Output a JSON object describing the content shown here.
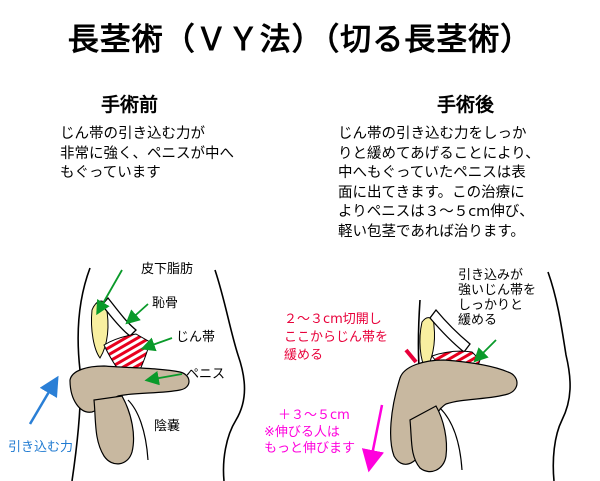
{
  "title": "長茎術（ＶＹ法）（切る長茎術）",
  "before": {
    "heading": "手術前",
    "description": "じん帯の引き込む力が\n非常に強く、ペニスが中へ\nもぐっています"
  },
  "after": {
    "heading": "手術後",
    "description": "じん帯の引き込む力をしっか\nりと緩めてあげることにより、\n中へもぐっていたペニスは表\n面に出てきます。この治療に\nよりペニスは３～５cm伸び、\n軽い包茎であれば治ります。"
  },
  "left_diagram": {
    "labels": {
      "subcutaneous_fat": "皮下脂肪",
      "pubic_bone": "恥骨",
      "ligament": "じん帯",
      "penis": "ペニス",
      "scrotum": "陰嚢",
      "pull_force": "引き込む力"
    }
  },
  "right_diagram": {
    "ligament_note": "引き込みが\n強いじん帯を\nしっかりと\n緩める",
    "incision_note": "２～３cm切開し\nここからじん帯を\n緩める",
    "length_gain": "＋３～５cm",
    "length_note": "※伸びる人は\nもっと伸びます"
  },
  "colors": {
    "skin": "#c8b8a0",
    "fat": "#f8efa0",
    "ligament": "#e8001e",
    "arrow_green": "#0a9a2a",
    "arrow_blue": "#2a7fd6",
    "incision_red": "#e8003a",
    "length_magenta": "#ff00dd"
  }
}
